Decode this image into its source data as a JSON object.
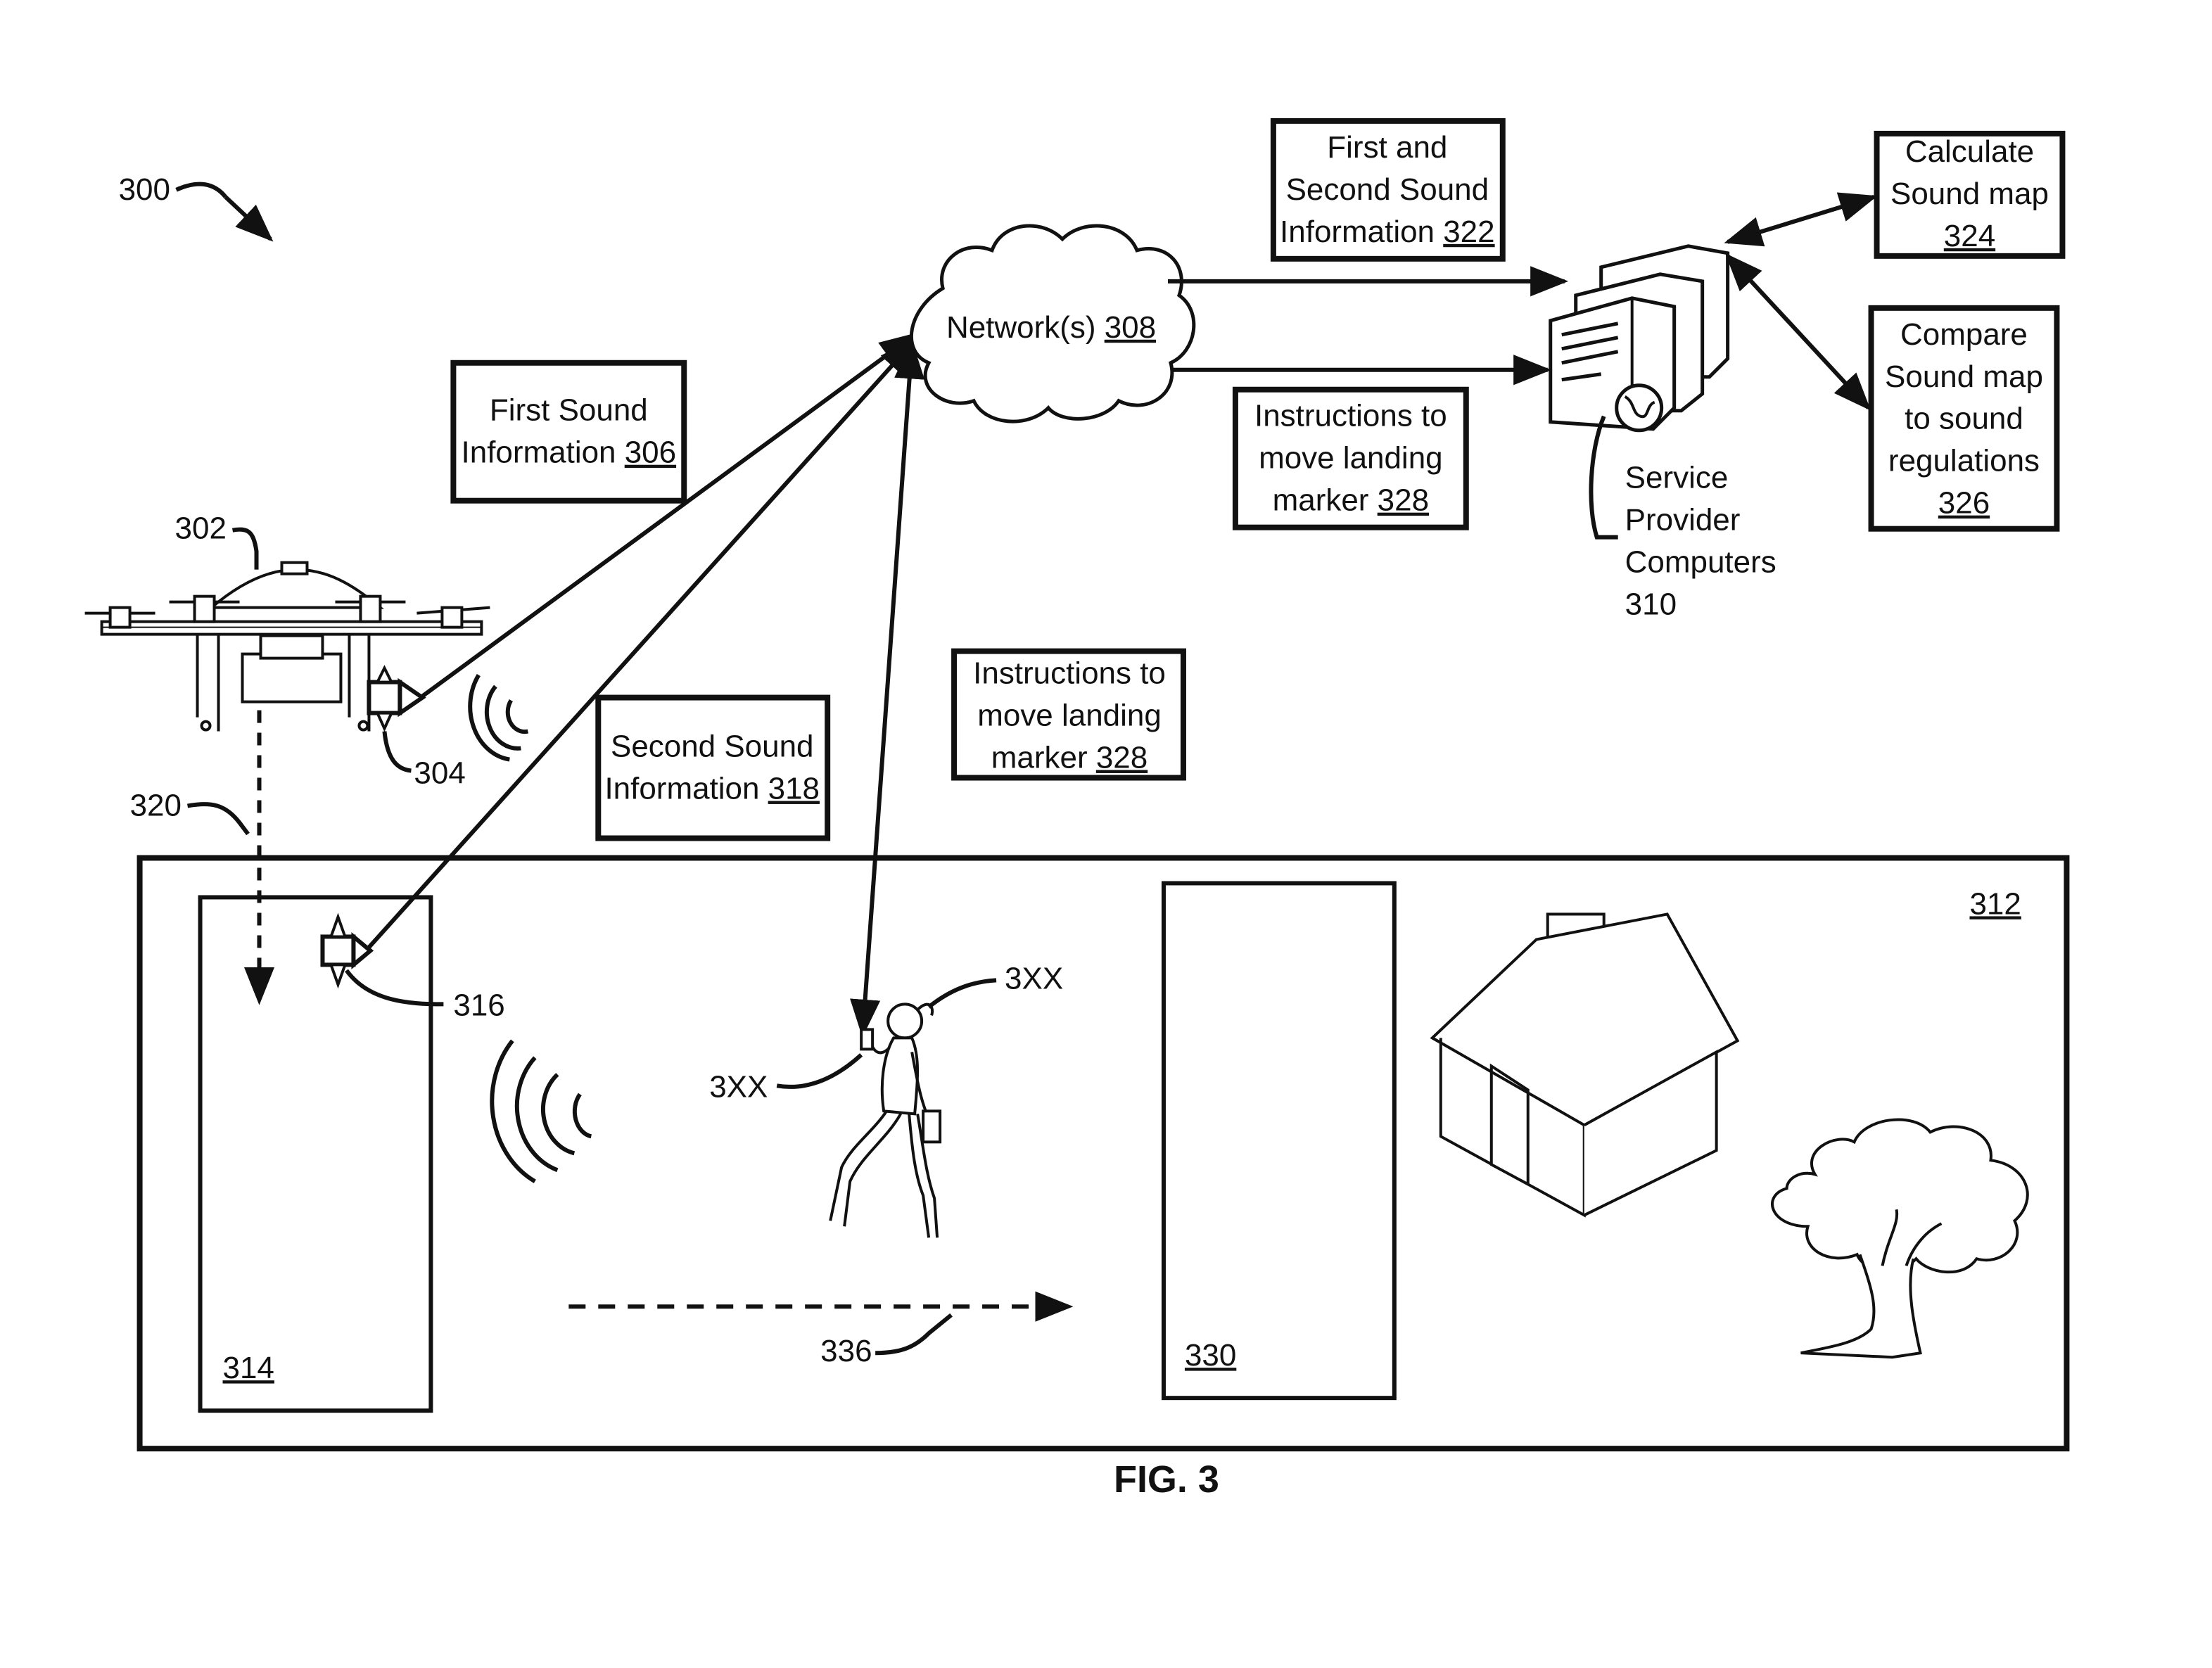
{
  "figure": {
    "ref": "300",
    "caption": "FIG. 3"
  },
  "drone": {
    "ref": "302",
    "sensor_ref": "304"
  },
  "labels": {
    "first_sound": {
      "text": "First Sound Information",
      "ref": "306"
    },
    "network": {
      "text": "Network(s)",
      "ref": "308"
    },
    "service_provider": {
      "text": [
        "Service",
        "Provider",
        "Computers",
        "310"
      ]
    },
    "area": {
      "ref": "312"
    },
    "landing_marker": {
      "ref": "314"
    },
    "ground_sensor": {
      "ref": "316"
    },
    "second_sound": {
      "text": "Second Sound Information",
      "ref": "318"
    },
    "drone_path": {
      "ref": "320"
    },
    "first_second_sound": {
      "text": "First and Second Sound Information",
      "ref": "322"
    },
    "calculate": {
      "text": "Calculate Sound map",
      "ref": "324"
    },
    "compare": {
      "text": "Compare Sound map to sound regulations",
      "ref": "326"
    },
    "instructions_top": {
      "text": "Instructions to move landing marker",
      "ref": "328"
    },
    "instructions_mid": {
      "text": "Instructions to move landing marker",
      "ref": "328"
    },
    "new_location": {
      "ref": "330"
    },
    "move_arrow": {
      "ref": "336"
    },
    "person_ref_a": "3XX",
    "person_ref_b": "3XX"
  },
  "box_lines": {
    "first_sound": [
      "First Sound",
      "Information"
    ],
    "second_sound": [
      "Second Sound",
      "Information"
    ],
    "first_second": [
      "First and",
      "Second Sound",
      "Information"
    ],
    "calculate": [
      "Calculate",
      "Sound map"
    ],
    "compare": [
      "Compare",
      "Sound map",
      "to sound",
      "regulations"
    ],
    "instructions": [
      "Instructions to",
      "move landing",
      "marker"
    ]
  }
}
